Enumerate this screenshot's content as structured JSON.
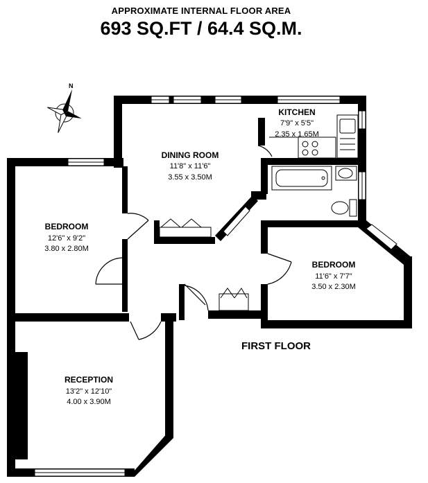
{
  "header": {
    "area_label": "APPROXIMATE INTERNAL FLOOR AREA",
    "area_value": "693 SQ.FT / 64.4 SQ.M."
  },
  "floor_label": "FIRST FLOOR",
  "compass_north": "N",
  "rooms": {
    "kitchen": {
      "name": "KITCHEN",
      "imperial": "7'9\" x 5'5\"",
      "metric": "2.35 x 1.65M"
    },
    "dining": {
      "name": "DINING ROOM",
      "imperial": "11'8\" x 11'6\"",
      "metric": "3.55 x 3.50M"
    },
    "bedroom1": {
      "name": "BEDROOM",
      "imperial": "12'6\" x 9'2\"",
      "metric": "3.80 x 2.80M"
    },
    "bedroom2": {
      "name": "BEDROOM",
      "imperial": "11'6\" x 7'7\"",
      "metric": "3.50 x 2.30M"
    },
    "reception": {
      "name": "RECEPTION",
      "imperial": "13'2\" x 12'10\"",
      "metric": "4.00 x 3.90M"
    }
  }
}
